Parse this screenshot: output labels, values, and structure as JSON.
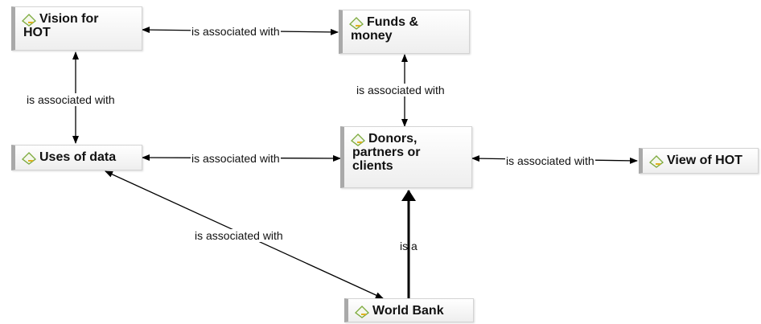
{
  "nodes": {
    "vision": "Vision for\nHOT",
    "funds": "Funds &\nmoney",
    "uses": "Uses of data",
    "donors": "Donors,\npartners or\nclients",
    "view": "View of HOT",
    "worldbank": "World Bank"
  },
  "edges": {
    "vision_funds": "is associated with",
    "vision_uses": "is associated with",
    "funds_donors": "is associated with",
    "uses_donors": "is associated with",
    "donors_view": "is associated with",
    "uses_worldbank": "is associated with",
    "worldbank_donors": "is a"
  },
  "icon": "topic-icon"
}
